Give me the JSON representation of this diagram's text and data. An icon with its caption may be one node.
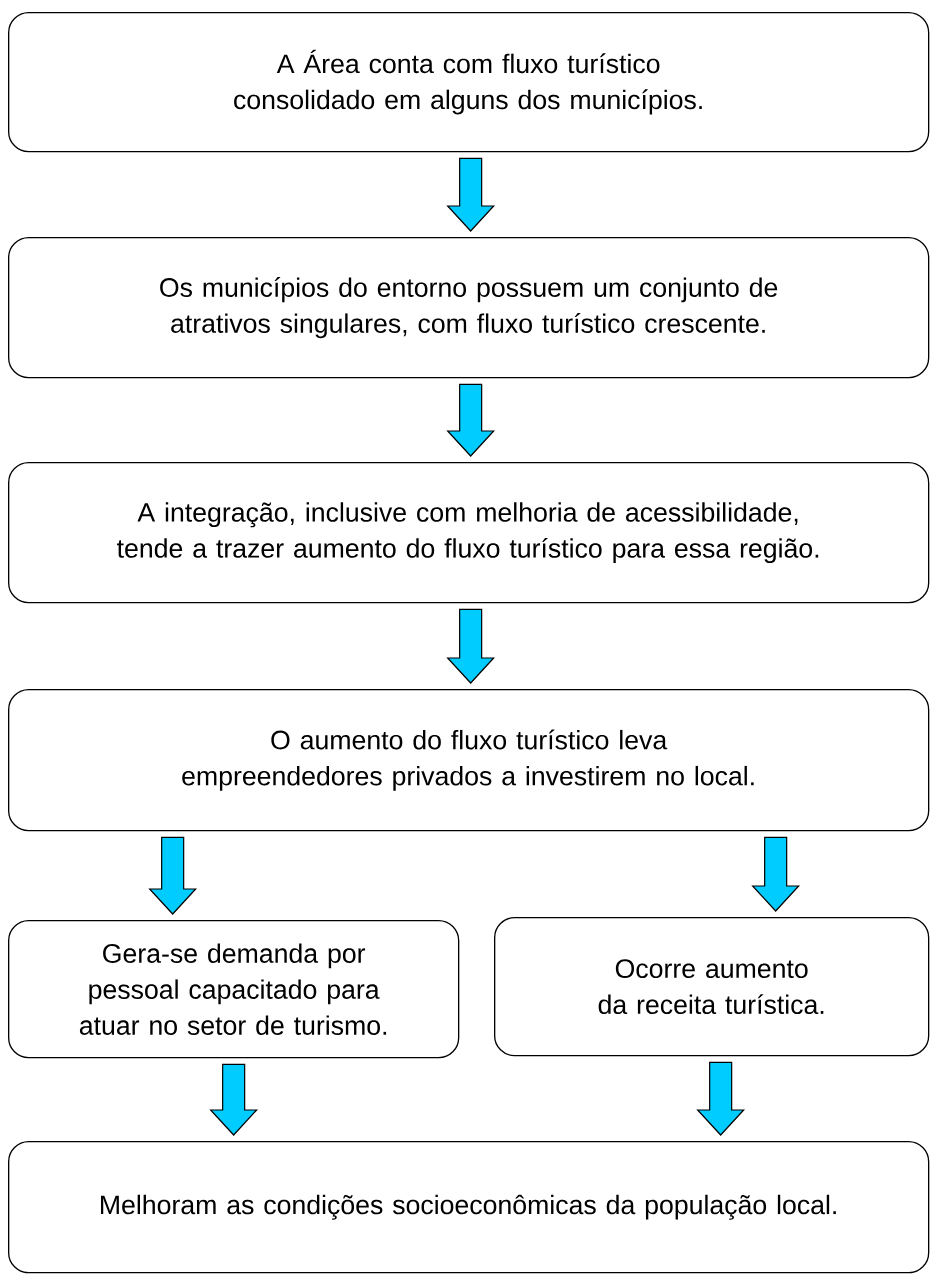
{
  "diagram": {
    "nodes": [
      {
        "text": [
          "A Área conta com fluxo turístico consolidado em alguns dos municípios."
        ]
      },
      {
        "text": [
          "Os municípios do entorno possuem um conjunto de atrativos singulares, com fluxo turístico crescente."
        ]
      },
      {
        "text": [
          "A integração, inclusive com melhoria de acessibilidade, tende a trazer aumento do fluxo turístico para essa região."
        ]
      },
      {
        "text": [
          "O aumento do fluxo turístico leva empreendedores privados a investirem no local."
        ]
      },
      {
        "text": [
          "Gera-se demanda por pessoal capacitado para atuar no setor de turismo."
        ]
      },
      {
        "text": [
          "Ocorre aumento da receita turística."
        ]
      },
      {
        "text": [
          "Melhoram as condições socioeconômicas da população local."
        ]
      }
    ],
    "edges": [
      {
        "from": 0,
        "to": 1,
        "arrow": "to"
      },
      {
        "from": 1,
        "to": 2,
        "arrow": "to"
      },
      {
        "from": 2,
        "to": 3,
        "arrow": "to"
      },
      {
        "from": 3,
        "to": 4,
        "arrow": "to"
      },
      {
        "from": 3,
        "to": 5,
        "arrow": "to"
      },
      {
        "from": 4,
        "to": 6,
        "arrow": "to"
      },
      {
        "from": 5,
        "to": 6,
        "arrow": "to"
      }
    ]
  }
}
